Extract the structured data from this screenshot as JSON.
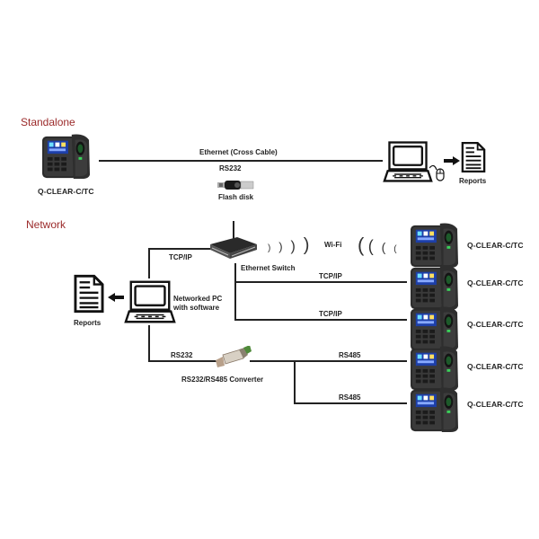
{
  "standalone": {
    "title": "Standalone",
    "device_label": "Q-CLEAR-C/TC",
    "link_top_label": "Ethernet  (Cross Cable)",
    "link_bottom_label": "RS232",
    "flash_label": "Flash disk",
    "reports_label": "Reports"
  },
  "network": {
    "title": "Network",
    "reports_label": "Reports",
    "pc_label_line1": "Networked PC",
    "pc_label_line2": "with software",
    "switch_label": "Ethernet Switch",
    "pc_switch_link": "TCP/IP",
    "wifi_label": "Wi-Fi",
    "tcp_label_1": "TCP/IP",
    "tcp_label_2": "TCP/IP",
    "rs232_label": "RS232",
    "converter_label": "RS232/RS485 Converter",
    "rs485_label_1": "RS485",
    "rs485_label_2": "RS485",
    "devices": [
      {
        "label": "Q-CLEAR-C/TC",
        "link": "Wi-Fi"
      },
      {
        "label": "Q-CLEAR-C/TC",
        "link": "TCP/IP"
      },
      {
        "label": "Q-CLEAR-C/TC",
        "link": "TCP/IP"
      },
      {
        "label": "Q-CLEAR-C/TC",
        "link": "RS485"
      },
      {
        "label": "Q-CLEAR-C/TC",
        "link": "RS485"
      }
    ]
  },
  "colors": {
    "section_title": "#9b2a2a",
    "line": "#222222",
    "device_body": "#2a2a2a",
    "screen": "#3a5fc8"
  }
}
